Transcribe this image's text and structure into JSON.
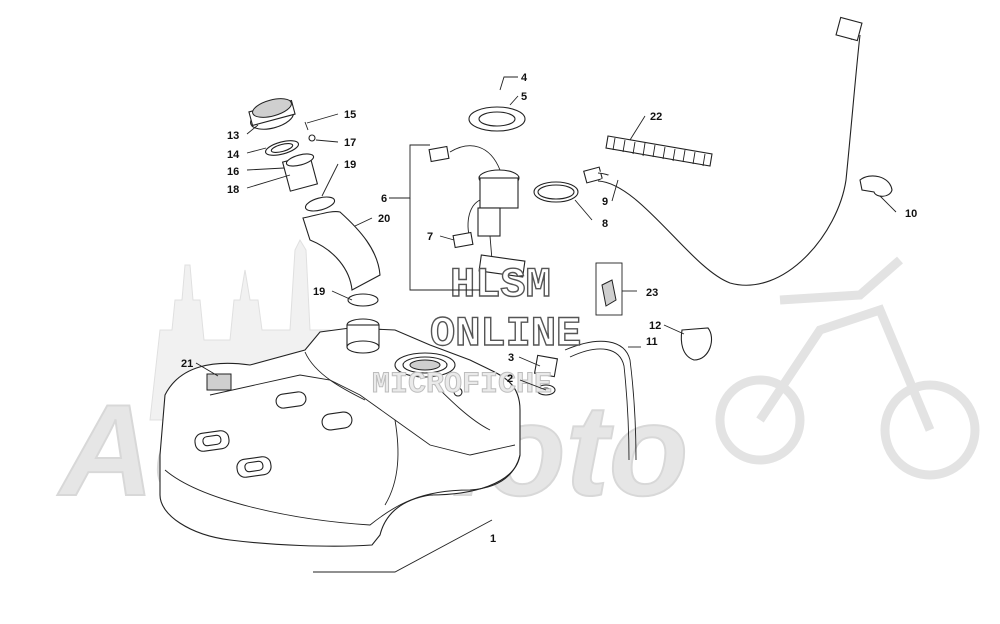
{
  "watermark": {
    "brand": "ActivMoto",
    "line1": "HLSM",
    "line2": "ONLINE",
    "line3": "MICROFICHE"
  },
  "callouts": {
    "c1": "1",
    "c2": "2",
    "c3": "3",
    "c4": "4",
    "c5": "5",
    "c6": "6",
    "c7": "7",
    "c8": "8",
    "c9": "9",
    "c10": "10",
    "c11": "11",
    "c12": "12",
    "c13": "13",
    "c14": "14",
    "c15": "15",
    "c16": "16",
    "c17": "17",
    "c18": "18",
    "c19a": "19",
    "c19b": "19",
    "c20": "20",
    "c21": "21",
    "c22": "22",
    "c23": "23"
  }
}
